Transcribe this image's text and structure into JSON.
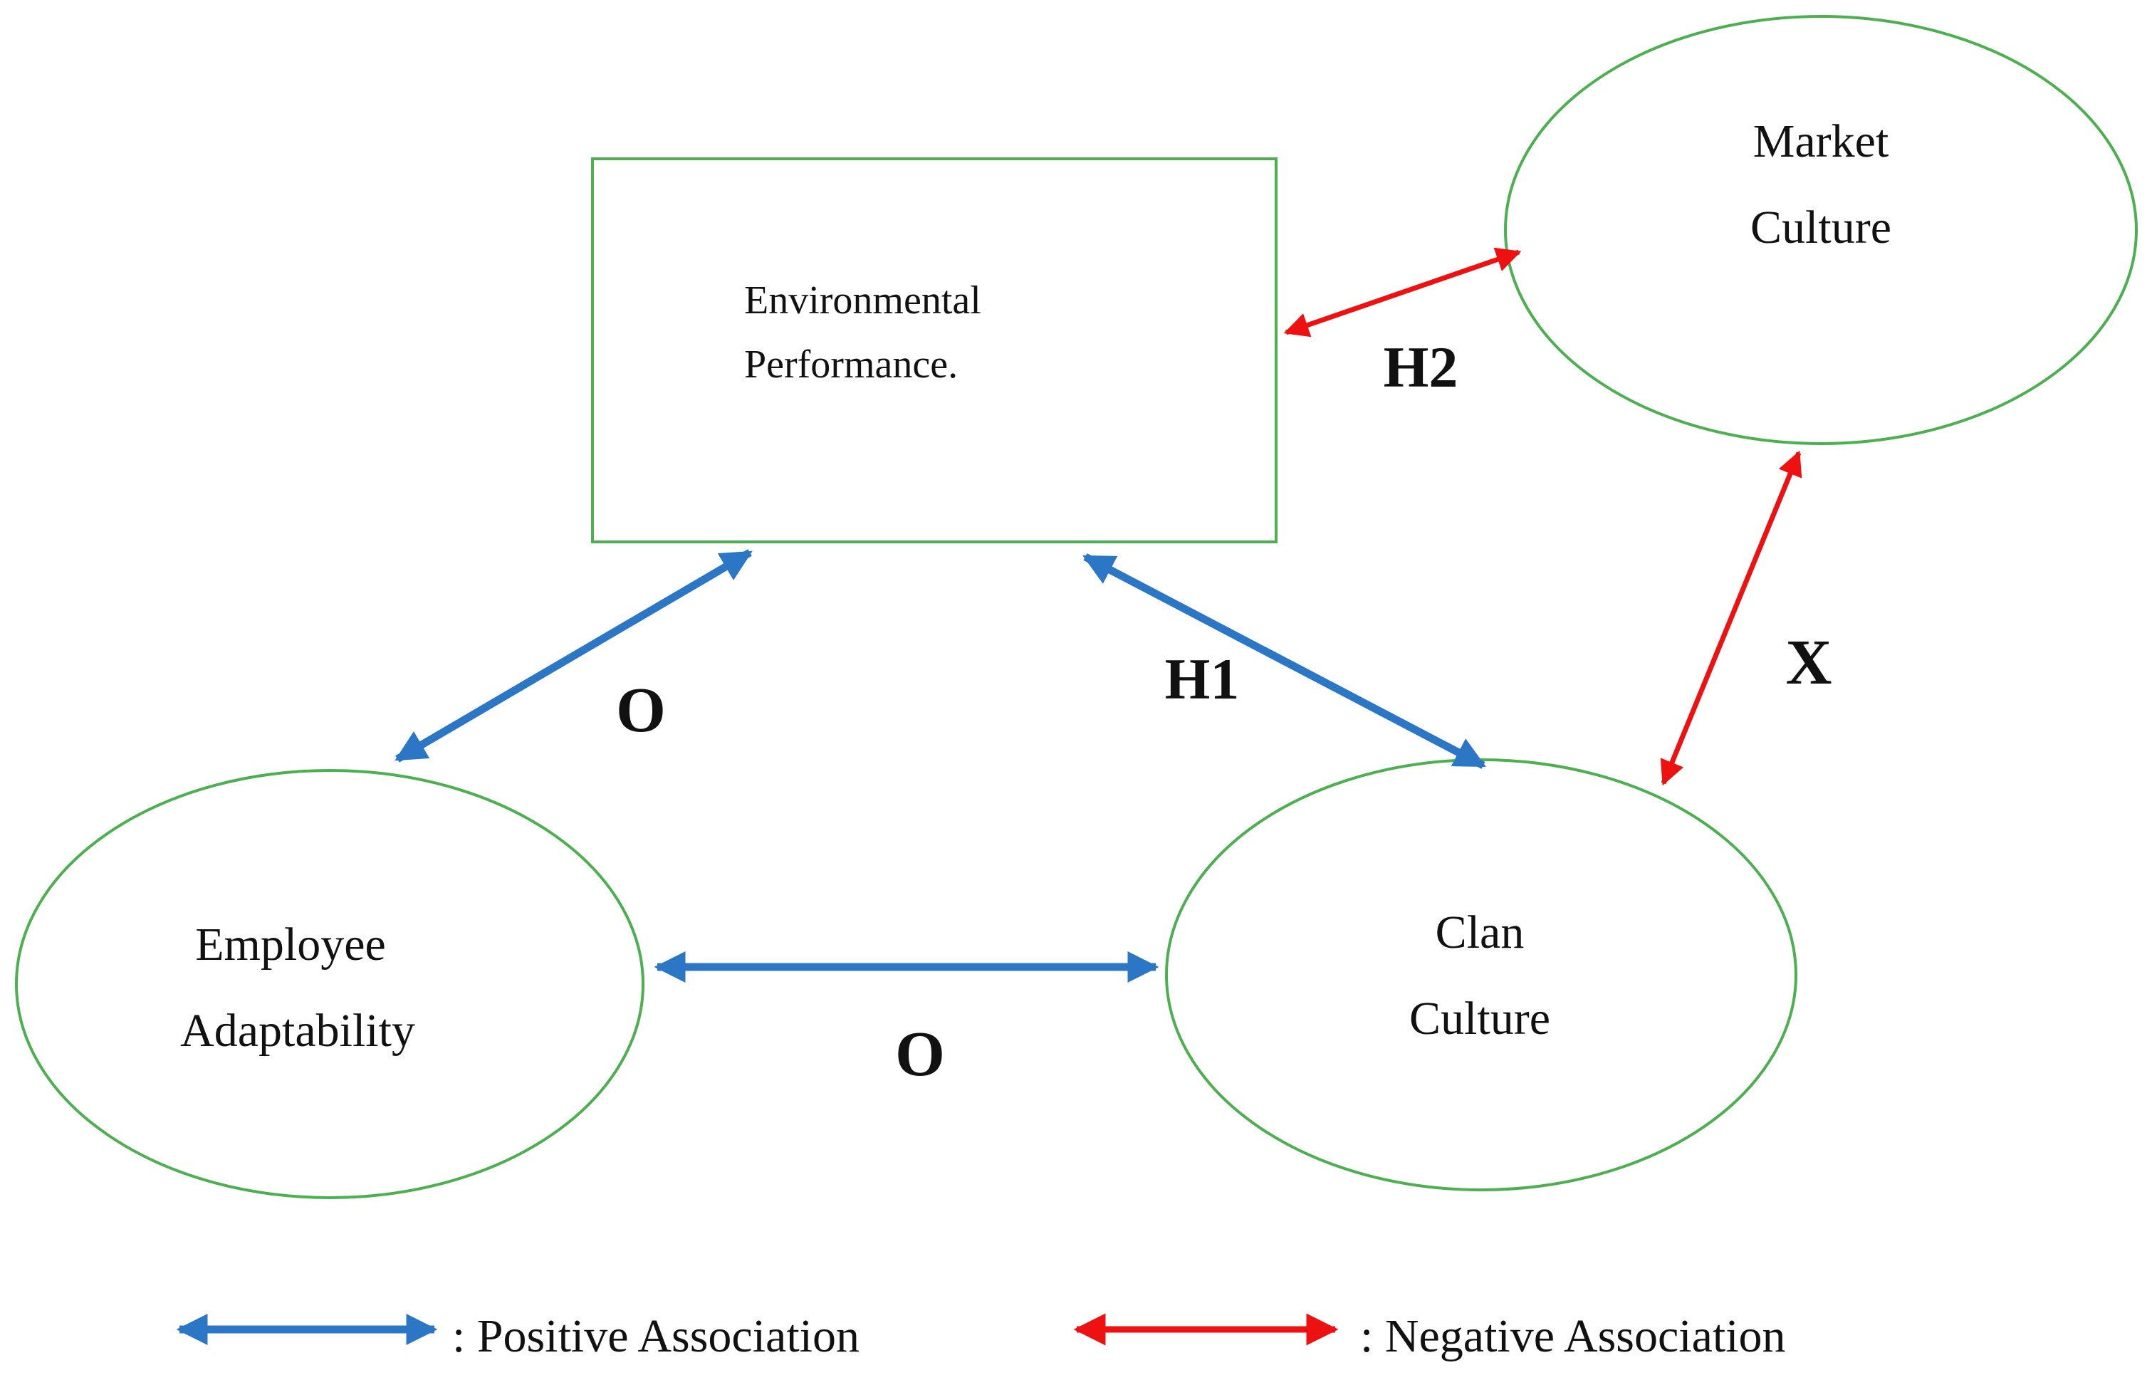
{
  "colors": {
    "node_border": "#4caf50",
    "positive": "#2b77c5",
    "negative": "#ee1111",
    "text": "#111111",
    "background": "#ffffff"
  },
  "nodes": {
    "environmental_performance": {
      "shape": "rectangle",
      "line1": "Environmental",
      "line2": "Performance."
    },
    "market_culture": {
      "shape": "ellipse",
      "line1": "Market",
      "line2": "Culture"
    },
    "employee_adaptability": {
      "shape": "ellipse",
      "line1": "Employee",
      "line2": "Adaptability"
    },
    "clan_culture": {
      "shape": "ellipse",
      "line1": "Clan",
      "line2": "Culture"
    }
  },
  "edges": [
    {
      "from": "environmental_performance",
      "to": "market_culture",
      "association": "negative",
      "label": "H2"
    },
    {
      "from": "market_culture",
      "to": "clan_culture",
      "association": "negative",
      "label": "X"
    },
    {
      "from": "employee_adaptability",
      "to": "environmental_performance",
      "association": "positive",
      "label": "O"
    },
    {
      "from": "environmental_performance",
      "to": "clan_culture",
      "association": "positive",
      "label": "H1"
    },
    {
      "from": "employee_adaptability",
      "to": "clan_culture",
      "association": "positive",
      "label": "O"
    }
  ],
  "legend": {
    "positive_label": ": Positive Association",
    "negative_label": ": Negative Association"
  }
}
